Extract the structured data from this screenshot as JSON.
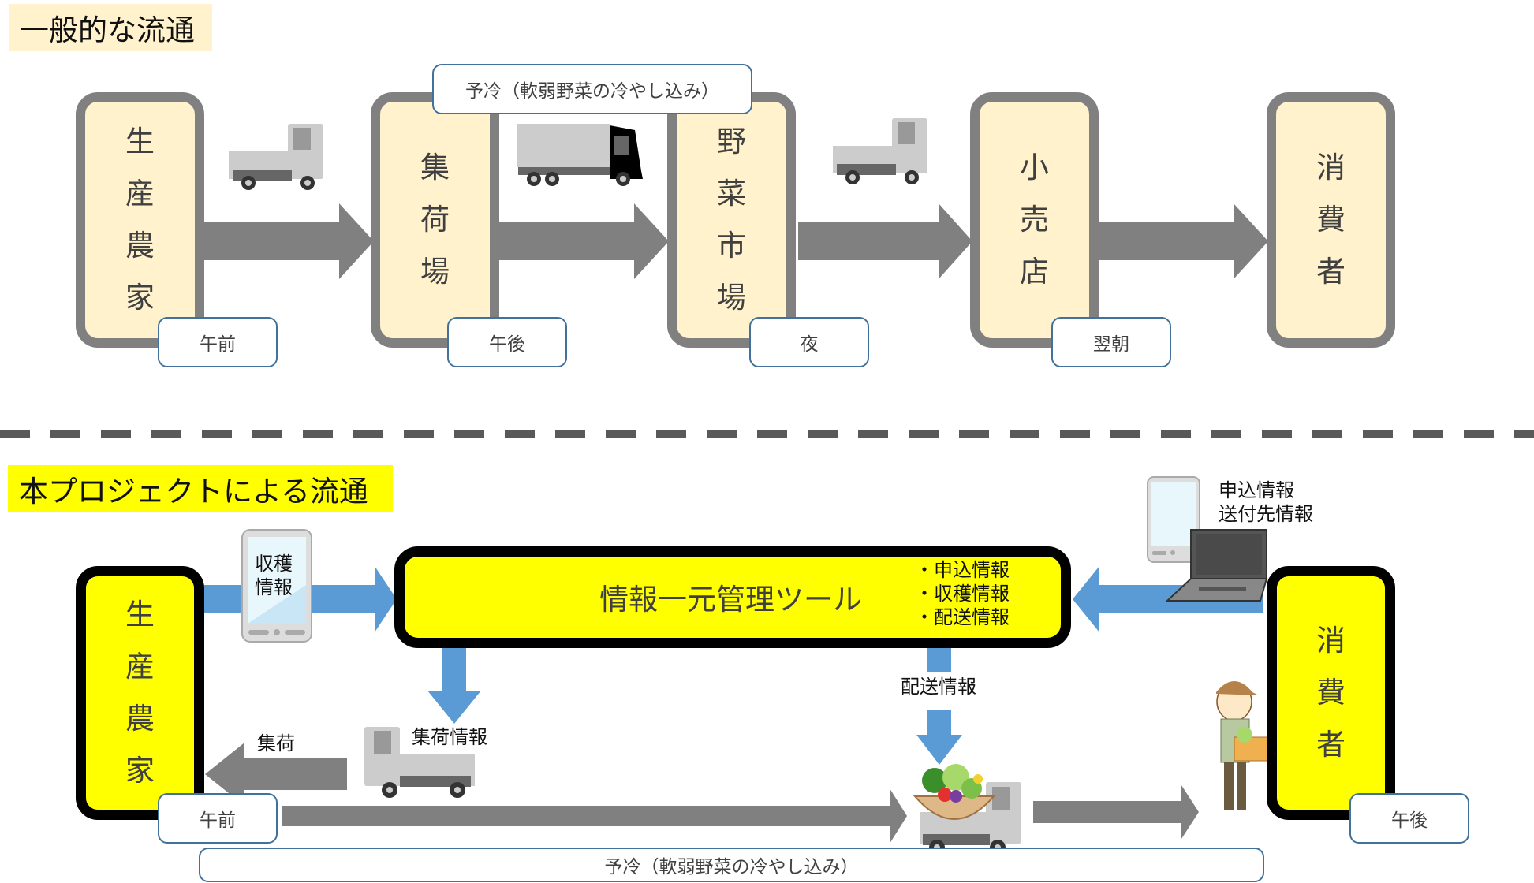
{
  "general": {
    "title": "一般的な流通",
    "nodes": [
      {
        "label": [
          "生",
          "産",
          "農",
          "家"
        ]
      },
      {
        "label": [
          "集",
          "荷",
          "場"
        ]
      },
      {
        "label": [
          "野",
          "菜",
          "市",
          "場"
        ]
      },
      {
        "label": [
          "小",
          "売",
          "店"
        ]
      },
      {
        "label": [
          "消",
          "費",
          "者"
        ]
      }
    ],
    "times": [
      "午前",
      "午後",
      "夜",
      "翌朝"
    ],
    "precool_label": "予冷（軟弱野菜の冷やし込み）"
  },
  "project": {
    "title": "本プロジェクトによる流通",
    "producer": [
      "生",
      "産",
      "農",
      "家"
    ],
    "consumer": [
      "消",
      "費",
      "者"
    ],
    "tool_title": "情報一元管理ツール",
    "tool_items": [
      "・申込情報",
      "・収穫情報",
      "・配送情報"
    ],
    "harvest_info": [
      "収穫",
      "情報"
    ],
    "order_info": [
      "申込情報",
      "送付先情報"
    ],
    "pickup_info": "集荷情報",
    "pickup": "集荷",
    "delivery_info": "配送情報",
    "time_am": "午前",
    "time_pm": "午後",
    "precool_label": "予冷（軟弱野菜の冷やし込み）"
  },
  "colors": {
    "gray_arrow": "#808080",
    "blue_arrow": "#5b9bd5",
    "cream": "#fff2cc",
    "yellow": "#ffff00",
    "tag_border": "#41719c"
  }
}
